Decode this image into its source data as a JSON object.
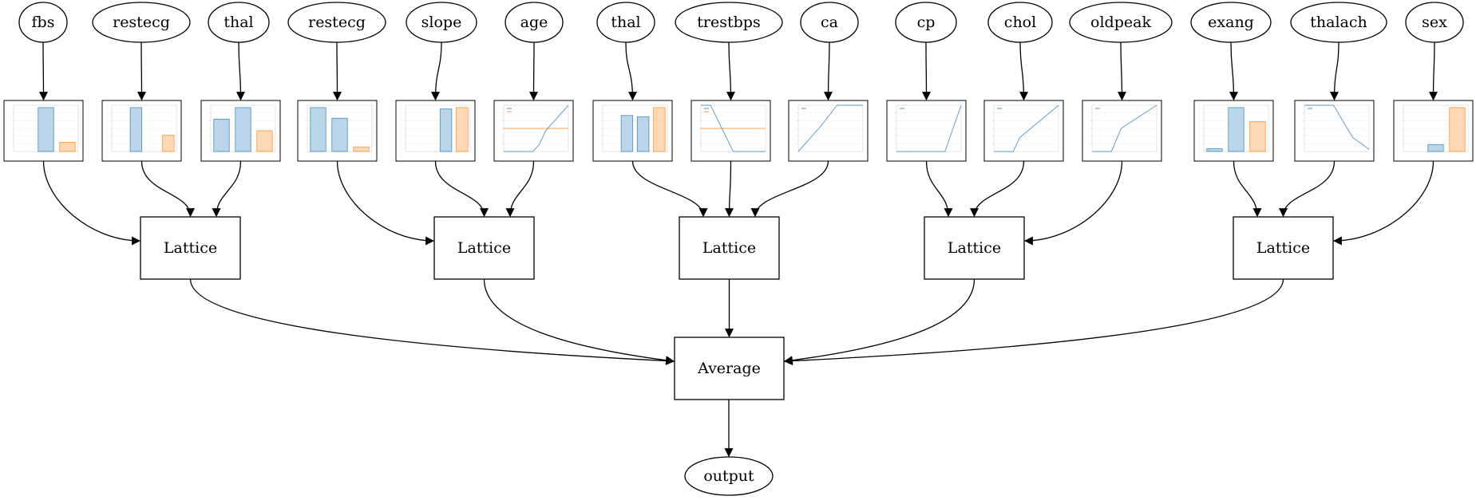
{
  "inputs": [
    "fbs",
    "restecg",
    "thal",
    "restecg",
    "slope",
    "age",
    "thal",
    "trestbps",
    "ca",
    "cp",
    "chol",
    "oldpeak",
    "exang",
    "thalach",
    "sex"
  ],
  "plots": [
    {
      "kind": "bar",
      "bars": [
        {
          "v": 0,
          "c": "blue"
        },
        {
          "v": 0.95,
          "c": "blue"
        },
        {
          "v": 0.2,
          "c": "orange"
        }
      ]
    },
    {
      "kind": "bar",
      "bars": [
        {
          "v": 0,
          "c": "blue"
        },
        {
          "v": 0.95,
          "c": "blue"
        },
        {
          "v": 0,
          "c": "blue"
        },
        {
          "v": 0.35,
          "c": "orange"
        }
      ]
    },
    {
      "kind": "bar",
      "bars": [
        {
          "v": 0.7,
          "c": "blue"
        },
        {
          "v": 0.95,
          "c": "blue"
        },
        {
          "v": 0.45,
          "c": "orange"
        }
      ]
    },
    {
      "kind": "bar",
      "bars": [
        {
          "v": 0.95,
          "c": "blue"
        },
        {
          "v": 0.72,
          "c": "blue"
        },
        {
          "v": 0.1,
          "c": "orange"
        }
      ]
    },
    {
      "kind": "bar",
      "bars": [
        {
          "v": 0,
          "c": "blue"
        },
        {
          "v": 0,
          "c": "blue"
        },
        {
          "v": 0.92,
          "c": "blue"
        },
        {
          "v": 0.95,
          "c": "orange"
        }
      ]
    },
    {
      "kind": "line",
      "blue": [
        [
          0,
          0
        ],
        [
          0.45,
          0
        ],
        [
          0.55,
          0.15
        ],
        [
          0.65,
          0.45
        ],
        [
          1,
          1
        ]
      ],
      "orange": [
        [
          0,
          0.5
        ],
        [
          1,
          0.5
        ]
      ]
    },
    {
      "kind": "bar",
      "bars": [
        {
          "v": 0,
          "c": "blue"
        },
        {
          "v": 0.78,
          "c": "blue"
        },
        {
          "v": 0.75,
          "c": "blue"
        },
        {
          "v": 0.95,
          "c": "orange"
        }
      ]
    },
    {
      "kind": "line",
      "blue": [
        [
          0,
          1
        ],
        [
          0.15,
          1
        ],
        [
          0.5,
          0
        ],
        [
          1,
          0
        ]
      ],
      "orange": [
        [
          0,
          0.5
        ],
        [
          1,
          0.5
        ]
      ]
    },
    {
      "kind": "line",
      "blue": [
        [
          0,
          0
        ],
        [
          0.35,
          0.55
        ],
        [
          0.6,
          1
        ],
        [
          1,
          1
        ]
      ]
    },
    {
      "kind": "line",
      "blue": [
        [
          0,
          0
        ],
        [
          0.75,
          0
        ],
        [
          1,
          1
        ]
      ]
    },
    {
      "kind": "line",
      "blue": [
        [
          0,
          0
        ],
        [
          0.3,
          0
        ],
        [
          0.4,
          0.3
        ],
        [
          1,
          1
        ]
      ]
    },
    {
      "kind": "line",
      "blue": [
        [
          0,
          0
        ],
        [
          0.3,
          0
        ],
        [
          0.45,
          0.5
        ],
        [
          1,
          1
        ]
      ]
    },
    {
      "kind": "bar",
      "bars": [
        {
          "v": 0.06,
          "c": "blue"
        },
        {
          "v": 0.95,
          "c": "blue"
        },
        {
          "v": 0.65,
          "c": "orange"
        }
      ]
    },
    {
      "kind": "line",
      "blue": [
        [
          0,
          1
        ],
        [
          0.45,
          1
        ],
        [
          0.75,
          0.3
        ],
        [
          1,
          0.05
        ]
      ]
    },
    {
      "kind": "bar",
      "bars": [
        {
          "v": 0,
          "c": "blue"
        },
        {
          "v": 0.15,
          "c": "blue"
        },
        {
          "v": 0.95,
          "c": "orange"
        }
      ]
    }
  ],
  "lattices": [
    "Lattice",
    "Lattice",
    "Lattice",
    "Lattice",
    "Lattice"
  ],
  "average": "Average",
  "output": "output",
  "colors": {
    "blue": "#1f77b4",
    "orange": "#ff7f0e",
    "stroke": "#000000"
  }
}
